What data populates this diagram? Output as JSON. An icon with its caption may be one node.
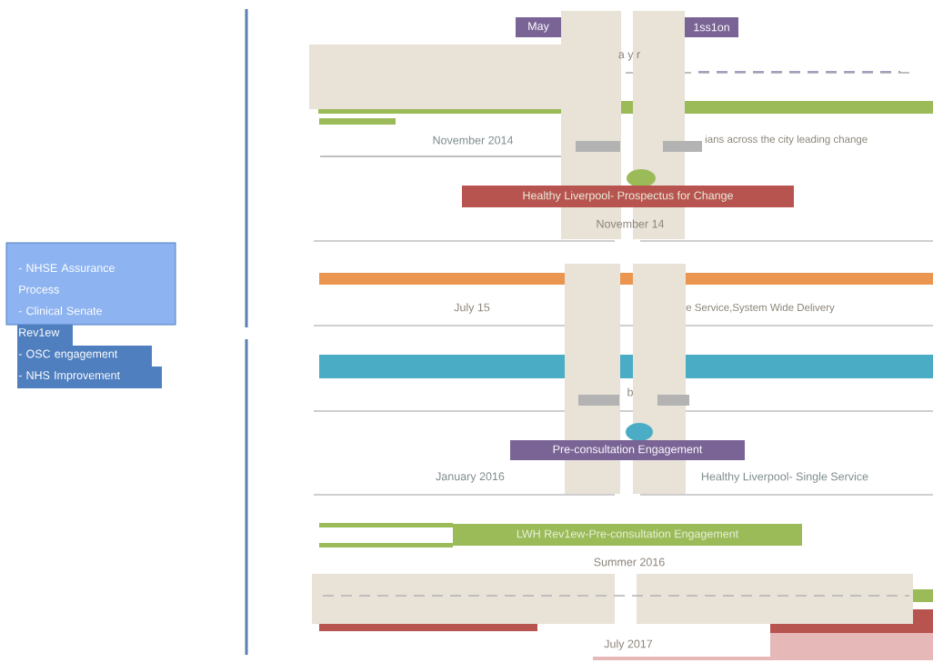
{
  "diagram": {
    "nodes": [
      {
        "text": [
          "- NHSE Assurance Process",
          "- Clinical Senate Rev1ew",
          "- OSC engagement",
          "- NHS Improvement"
        ]
      },
      {
        "text": [
          "May"
        ]
      },
      {
        "text": [
          "1ss1on"
        ]
      },
      {
        "text": [],
        "shape": "circle"
      },
      {
        "text": [
          "Healthy Liverpool- Prospectus for Change"
        ]
      },
      {
        "text": [],
        "shape": "circle"
      },
      {
        "text": [
          "Pre-consultation Engagement"
        ]
      },
      {
        "text": [
          "LWH Rev1ew-Pre-consultation Engagement"
        ]
      }
    ],
    "labels": [
      "a y r",
      "November 2014",
      "ians across the city leading change",
      "November 14",
      "July 15",
      "e Service,System Wide Delivery",
      "b",
      "January 2016",
      "Healthy Liverpool- Single Service",
      "Summer 2016",
      "July 2017"
    ]
  }
}
